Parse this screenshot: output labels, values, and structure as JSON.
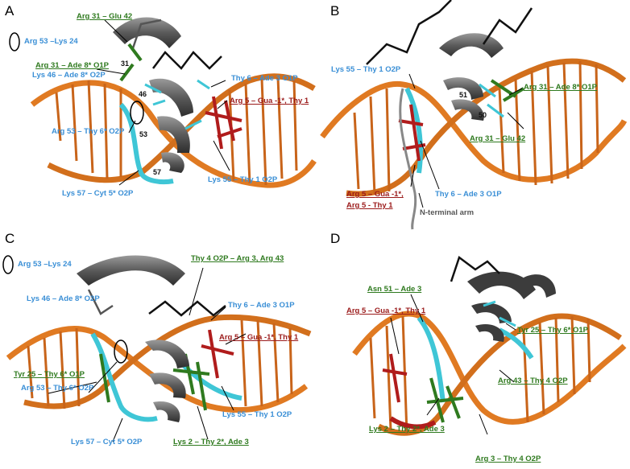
{
  "panels": [
    {
      "letter": "A",
      "labels": {
        "l1": "Arg 31 – Glu 42",
        "l2": "Arg 53 –Lys 24",
        "l3": "Arg 31 – Ade 8* O1P",
        "l4": "Lys 46 – Ade 8* O2P",
        "l5": "Thy 6 – Ade 3 O1P",
        "l6": "Arg 5 – Gua -1*, Thy 1",
        "l7": "Arg 53 – Thy 6* O2P",
        "l8": "Lys 55 – Thy 1 O2P",
        "l9": "Lys 57 – Cyt 5* O2P"
      },
      "residue_numbers": [
        "31",
        "46",
        "53",
        "57"
      ]
    },
    {
      "letter": "B",
      "labels": {
        "l1": "Lys 55 – Thy 1 O2P",
        "l2": "Arg 31 – Ade 8* O1P",
        "l3": "Arg 31 – Glu 42",
        "l4": "Arg 5 – Gua -1*,",
        "l5": "Arg 5 -  Thy 1",
        "l6": "Thy 6 – Ade 3 O1P",
        "l7": "N-terminal arm"
      },
      "residue_numbers": [
        "51",
        "50"
      ]
    },
    {
      "letter": "C",
      "labels": {
        "l1": "Arg 53 –Lys 24",
        "l2": "Thy 4 O2P – Arg 3, Arg 43",
        "l3": "Lys 46 – Ade 8* O2P",
        "l4": "Thy 6 – Ade 3 O1P",
        "l5": "Arg 5 – Gua -1*, Thy 1",
        "l6": "Tyr 25 – Thy 6* O1P",
        "l7": "Arg 53 – Thy 6* O2P",
        "l8": "Lys 55 – Thy 1 O2P",
        "l9": "Lys 57 – Cyt 5* O2P",
        "l10": "Lys 2 – Thy 2*, Ade 3"
      }
    },
    {
      "letter": "D",
      "labels": {
        "l1": "Asn 51 – Ade 3",
        "l2": "Arg 5 – Gua -1*, Thy 1",
        "l3": "Tyr 25 – Thy 6* O1P",
        "l4": "Arg 43 – Thy 4 O2P",
        "l5": "Lys 2 – Thy 2*, Ade 3",
        "l6": "Arg 3 – Thy 4 O2P"
      }
    }
  ],
  "colors": {
    "dna_backbone": "#e07a22",
    "dna_bases": "#c8641a",
    "protein_helix": "#6e6e6e",
    "protein_dark": "#3c3c3c",
    "cyan_residue": "#3fc6d6",
    "green_residue": "#2f7a1f",
    "red_residue": "#b01c1c",
    "blue_text": "#3a8fd6"
  }
}
